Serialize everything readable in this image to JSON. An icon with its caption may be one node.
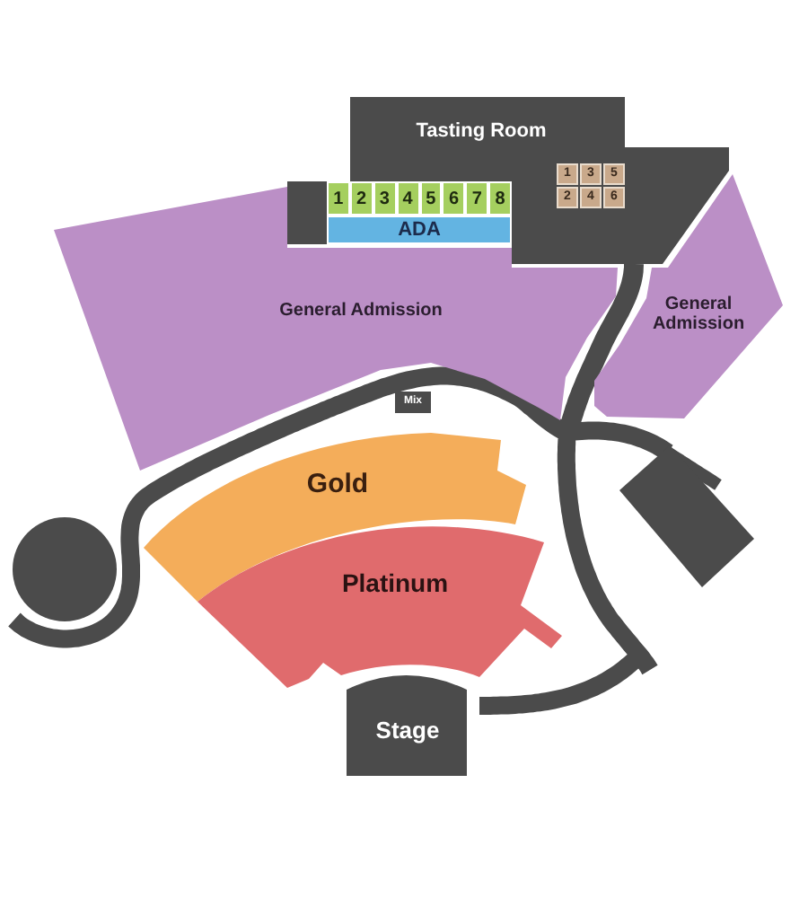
{
  "diagram": {
    "nodes": [
      {
        "text": [
          "Tasting Room"
        ]
      },
      {
        "text": [
          "1"
        ],
        "in": 0
      },
      {
        "text": [
          "3"
        ],
        "in": 0
      },
      {
        "text": [
          "5"
        ],
        "in": 0
      },
      {
        "text": [
          "2"
        ],
        "in": 0
      },
      {
        "text": [
          "4"
        ],
        "in": 0
      },
      {
        "text": [
          "6"
        ],
        "in": 0
      },
      {
        "text": [
          "1"
        ],
        "in": 0
      },
      {
        "text": [
          "2"
        ],
        "in": 0
      },
      {
        "text": [
          "3"
        ],
        "in": 0
      },
      {
        "text": [
          "4"
        ],
        "in": 0
      },
      {
        "text": [
          "5"
        ],
        "in": 0
      },
      {
        "text": [
          "6"
        ],
        "in": 0
      },
      {
        "text": [
          "7"
        ],
        "in": 0
      },
      {
        "text": [
          "8"
        ],
        "in": 0
      },
      {
        "text": [
          "ADA"
        ],
        "in": 0
      },
      {
        "text": [
          "General Admission"
        ]
      },
      {
        "text": [
          "General Admission"
        ]
      },
      {
        "text": [
          "Mix"
        ]
      },
      {
        "text": [
          "Gold"
        ]
      },
      {
        "text": [],
        "shape": "box"
      },
      {
        "text": [],
        "shape": "circle"
      },
      {
        "text": [
          "Platinum"
        ]
      },
      {
        "text": [
          "Stage"
        ]
      }
    ]
  }
}
